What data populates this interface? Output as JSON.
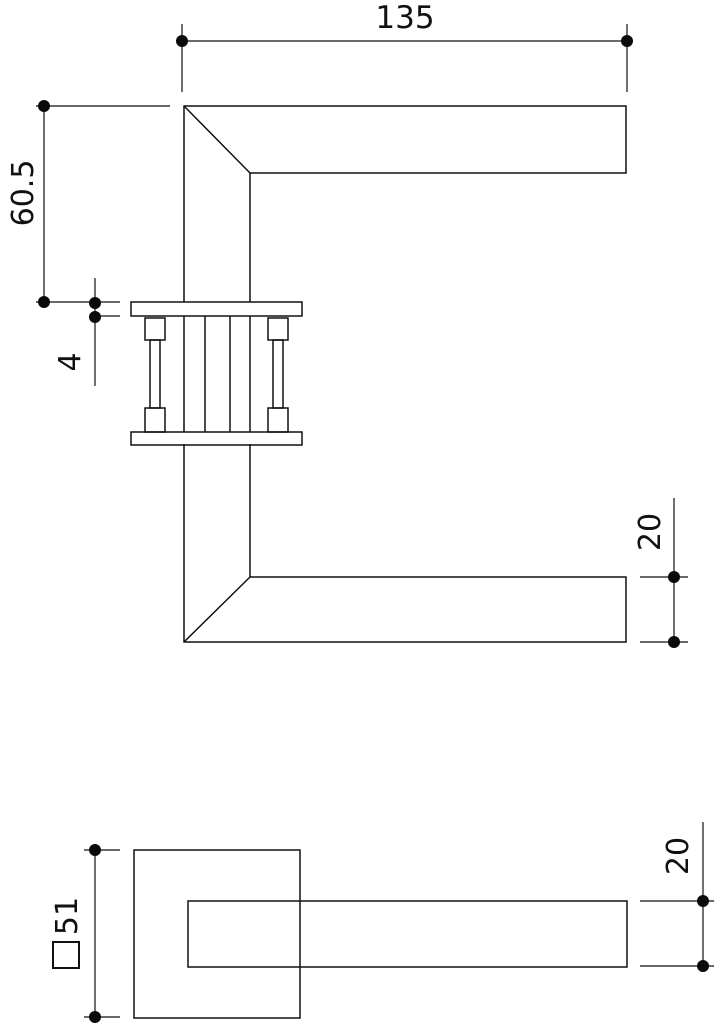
{
  "colors": {
    "line": "#111111",
    "background": "#ffffff",
    "dot": "#0a0a0a"
  },
  "dimensions": {
    "handle_length": "135",
    "handle_height": "60.5",
    "rose_thickness": "4",
    "lever_width_side": "20",
    "rose_size": "51",
    "lever_width_top": "20"
  },
  "icons": {
    "square_symbol": "square-section-icon"
  }
}
